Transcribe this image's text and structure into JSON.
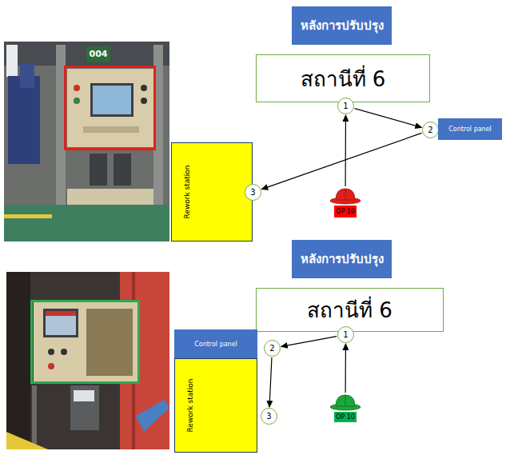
{
  "diagram": {
    "nodes": [
      {
        "text": [
          "หลังการปรับปรุง"
        ]
      },
      {
        "text": [
          "สถานีที่ 6"
        ]
      },
      {
        "text": [
          "1"
        ]
      },
      {
        "text": [
          "2"
        ]
      },
      {
        "text": [
          "Control panel"
        ]
      },
      {
        "text": [
          "Rework station"
        ]
      },
      {
        "text": [
          "3"
        ]
      },
      {
        "text": [
          "OP 10"
        ]
      },
      {
        "text": [
          "หลังการปรับปรุง"
        ]
      },
      {
        "text": [
          "สถานีที่ 6"
        ]
      },
      {
        "text": [
          "1"
        ]
      },
      {
        "text": [
          "Control panel"
        ]
      },
      {
        "text": [
          "2"
        ]
      },
      {
        "text": [
          "Rework station"
        ]
      },
      {
        "text": [
          "3"
        ]
      },
      {
        "text": [
          "OP 10"
        ]
      }
    ],
    "edges": [
      {
        "from": 7,
        "to": 2,
        "arrow": "to"
      },
      {
        "from": 2,
        "to": 3,
        "arrow": "to"
      },
      {
        "from": 3,
        "to": 6,
        "arrow": "to"
      },
      {
        "from": 15,
        "to": 10,
        "arrow": "to"
      },
      {
        "from": 10,
        "to": 12,
        "arrow": "to"
      },
      {
        "from": 12,
        "to": 14,
        "arrow": "to"
      }
    ],
    "labels": [
      "004"
    ]
  }
}
